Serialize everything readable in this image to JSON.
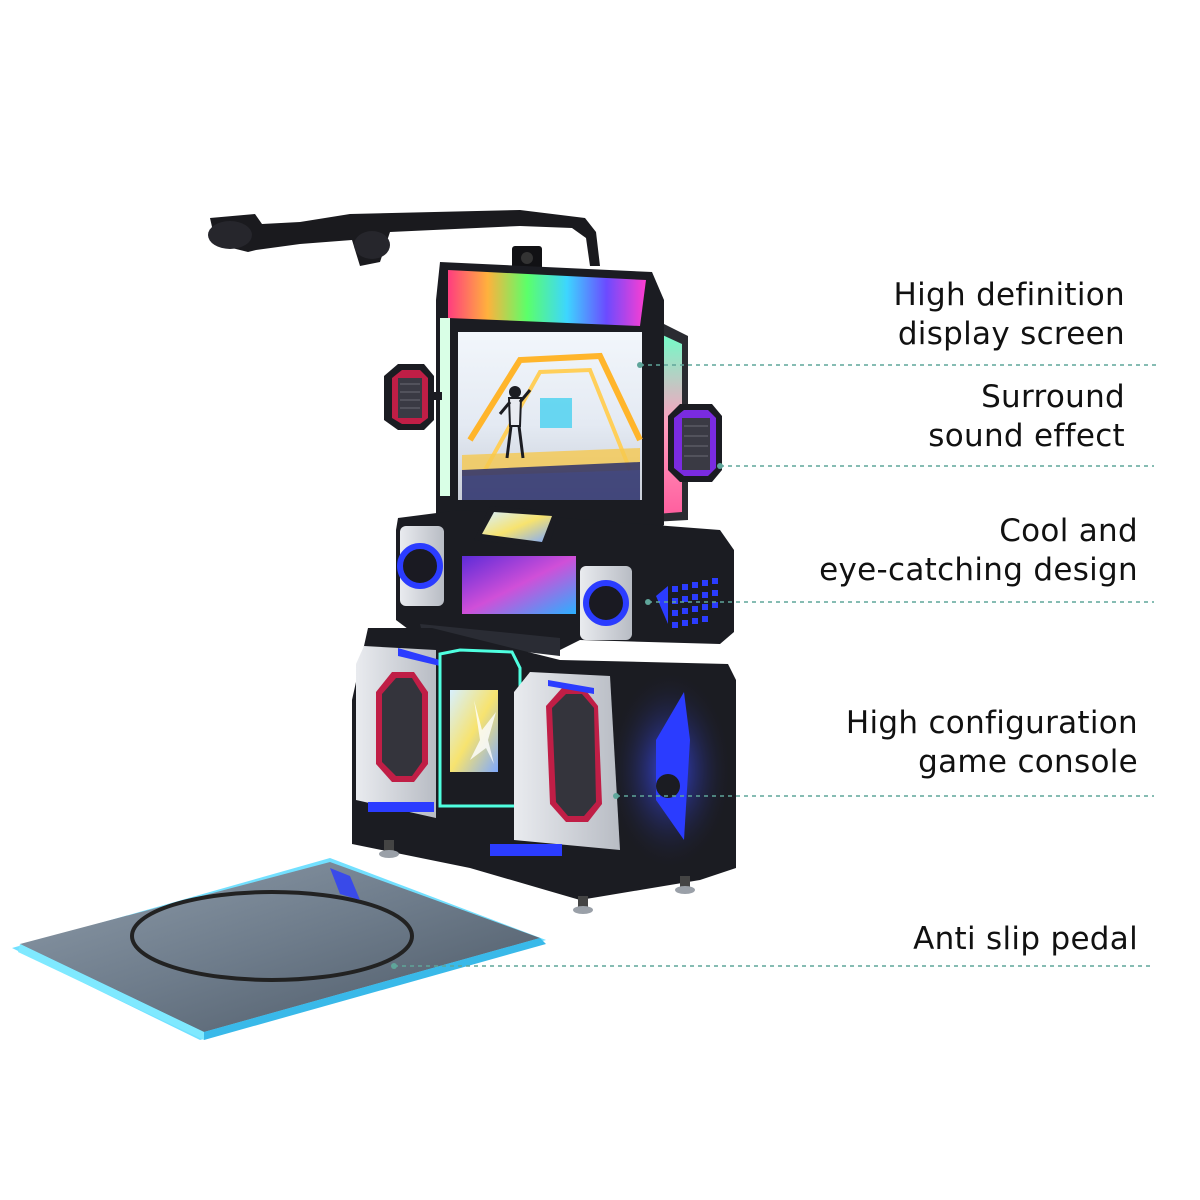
{
  "callouts": [
    {
      "id": "display",
      "lines": [
        "High definition",
        "display screen"
      ]
    },
    {
      "id": "sound",
      "lines": [
        "Surround",
        "sound effect"
      ]
    },
    {
      "id": "design",
      "lines": [
        "Cool and",
        "eye-catching design"
      ]
    },
    {
      "id": "console",
      "lines": [
        "High configuration",
        "game console"
      ]
    },
    {
      "id": "pedal",
      "lines": [
        "Anti slip pedal"
      ]
    }
  ],
  "colors": {
    "leader_line": "#5fa59a",
    "cabinet_body": "#1b1c22",
    "cabinet_silver": "#cfd2d8",
    "accent_blue": "#2030e0",
    "accent_purple": "#8a2be2",
    "accent_red": "#e0204a",
    "pad_glow": "#4fd8ff"
  },
  "icons": [
    "vr-motion-machine",
    "camera-arm",
    "speaker",
    "anti-slip-pedal"
  ]
}
